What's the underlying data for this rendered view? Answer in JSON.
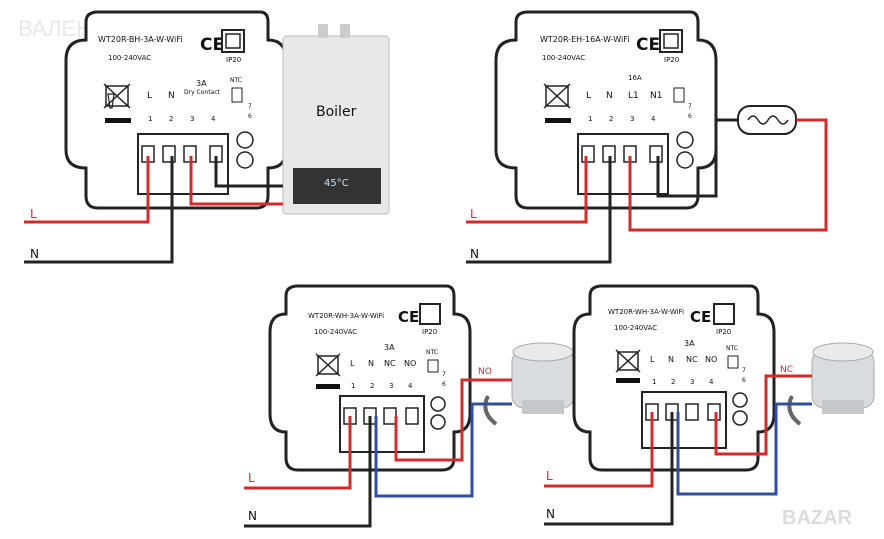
{
  "watermark": "ВАЛЕНТИН БАНКОВ",
  "brand": "BAZAR",
  "colors": {
    "live": "#d42a2a",
    "neutral": "#222222",
    "blue": "#2f4f9c"
  },
  "common": {
    "voltage": "100-240VAC",
    "ip": "IP20",
    "ce": "CE",
    "ntc": "NTC",
    "ntc_n1": "7",
    "ntc_n2": "6"
  },
  "panels": [
    {
      "model": "WT20R-BH-3A-W-WiFi",
      "rating": "3A",
      "note": "Dry Contact",
      "terminals": [
        {
          "label": "L",
          "num": "1"
        },
        {
          "label": "N",
          "num": "2"
        },
        {
          "label": "",
          "num": "3"
        },
        {
          "label": "",
          "num": "4"
        }
      ],
      "wire_l": "L",
      "wire_n": "N",
      "device": "Boiler",
      "display": "45°C"
    },
    {
      "model": "WT20R-EH-16A-W-WiFi",
      "rating": "16A",
      "terminals": [
        {
          "label": "L",
          "num": "1"
        },
        {
          "label": "N",
          "num": "2"
        },
        {
          "label": "L1",
          "num": "3"
        },
        {
          "label": "N1",
          "num": "4"
        }
      ],
      "wire_l": "L",
      "wire_n": "N"
    },
    {
      "model": "WT20R-WH-3A-W-WiFi",
      "rating": "3A",
      "terminals": [
        {
          "label": "L",
          "num": "1"
        },
        {
          "label": "N",
          "num": "2"
        },
        {
          "label": "NC",
          "num": "3"
        },
        {
          "label": "NO",
          "num": "4"
        }
      ],
      "wire_l": "L",
      "wire_n": "N",
      "out_label": "NO"
    },
    {
      "model": "WT20R-WH-3A-W-WiFi",
      "rating": "3A",
      "terminals": [
        {
          "label": "L",
          "num": "1"
        },
        {
          "label": "N",
          "num": "2"
        },
        {
          "label": "NC",
          "num": "3"
        },
        {
          "label": "NO",
          "num": "4"
        }
      ],
      "wire_l": "L",
      "wire_n": "N",
      "out_label": "NC"
    }
  ]
}
